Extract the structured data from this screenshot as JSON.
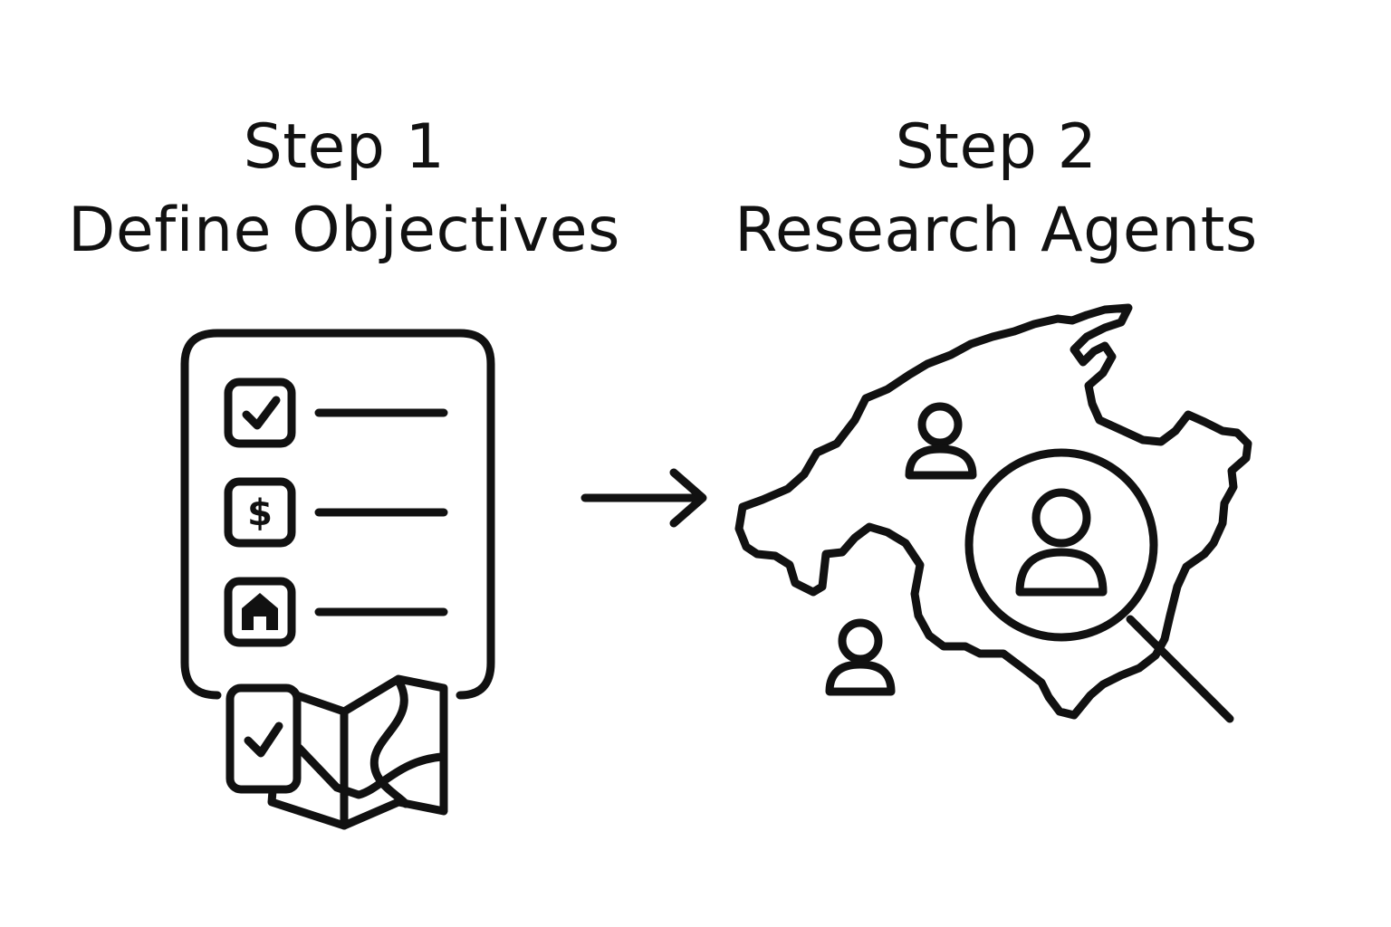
{
  "steps": [
    {
      "number_label": "Step 1",
      "title": "Define Objectives",
      "checklist_icons": [
        "checkmark-icon",
        "dollar-icon",
        "house-icon"
      ],
      "footer_icons": [
        "checked-card-icon",
        "folded-map-icon"
      ]
    },
    {
      "number_label": "Step 2",
      "title": "Research Agents",
      "icons": [
        "island-map-icon",
        "person-icon",
        "magnifier-person-icon"
      ]
    }
  ],
  "connector": {
    "icon": "right-arrow-icon"
  },
  "colors": {
    "ink": "#111111",
    "background": "#ffffff"
  },
  "glyphs": {
    "dollar": "$"
  }
}
